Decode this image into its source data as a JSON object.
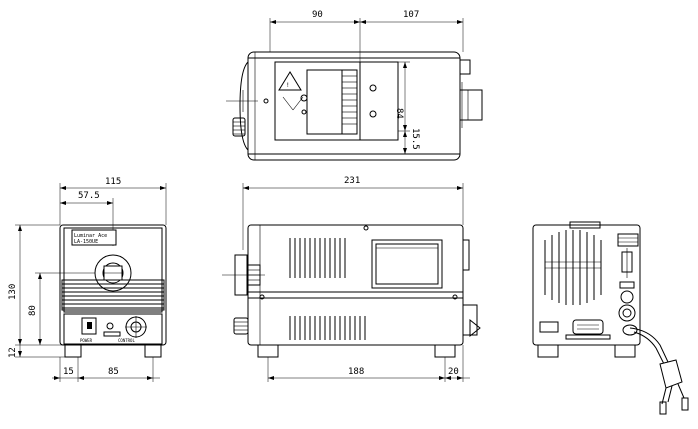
{
  "dimensions": {
    "top": {
      "left_width": "90",
      "right_width": "107",
      "height": "84",
      "offset": "15.5"
    },
    "front": {
      "width": "115",
      "half_width": "57.5",
      "height": "130",
      "mid_height": "80",
      "foot_height": "12",
      "left_foot": "15",
      "foot_span": "85"
    },
    "side": {
      "length": "231",
      "foot_span": "188",
      "rear_overhang": "20"
    }
  },
  "front_panel": {
    "label_line1": "Luminar Ace",
    "label_line2": "LA-150UE",
    "power_label": "POWER",
    "control_label": "CONTROL"
  }
}
